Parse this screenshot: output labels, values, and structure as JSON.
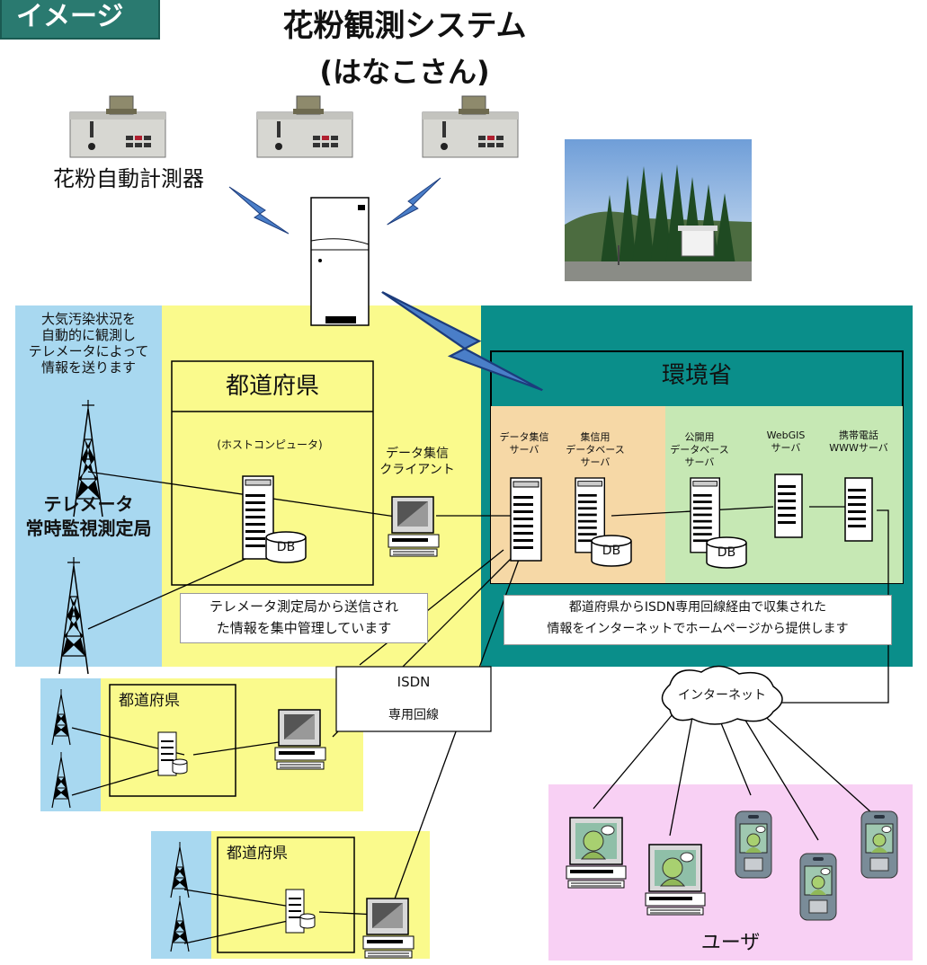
{
  "corner_badge": "イメージ",
  "title": "花粉観測システム",
  "subtitle": "(はなこさん)",
  "pollen_meter_label": "花粉自動計測器",
  "telemetry_desc": "大気汚染状況を\n自動的に観測し\nテレメータによって\n情報を送ります",
  "telemetry_station_label": "テレメータ\n常時監視測定局",
  "prefecture_label": "都道府県",
  "host_computer_label": "(ホストコンピュータ)",
  "collection_client_label": "データ集信\nクライアント",
  "ministry_label": "環境省",
  "servers": [
    {
      "label": "データ集信\nサーバ"
    },
    {
      "label": "集信用\nデータベース\nサーバ"
    },
    {
      "label": "公開用\nデータベース\nサーバ"
    },
    {
      "label": "WebGIS\nサーバ"
    },
    {
      "label": "携帯電話\nWWWサーバ"
    }
  ],
  "db_label": "DB",
  "prefecture_note": "テレメータ測定局から送信され\nた情報を集中管理しています",
  "ministry_note": "都道府県からISDN専用回線経由で収集された\n情報をインターネットでホームページから提供します",
  "isdn_label": "ISDN",
  "isdn_line_label": "専用回線",
  "internet_label": "インターネット",
  "user_label": "ユーザ",
  "colors": {
    "telemetry_blue": "#a8d8f0",
    "prefecture_yellow": "#fafa8c",
    "ministry_teal": "#0a8e8a",
    "server_orange": "#f6d8a6",
    "server_green": "#c6e8b4",
    "user_pink": "#f8d0f4",
    "lightning": "#4a7ec8"
  }
}
